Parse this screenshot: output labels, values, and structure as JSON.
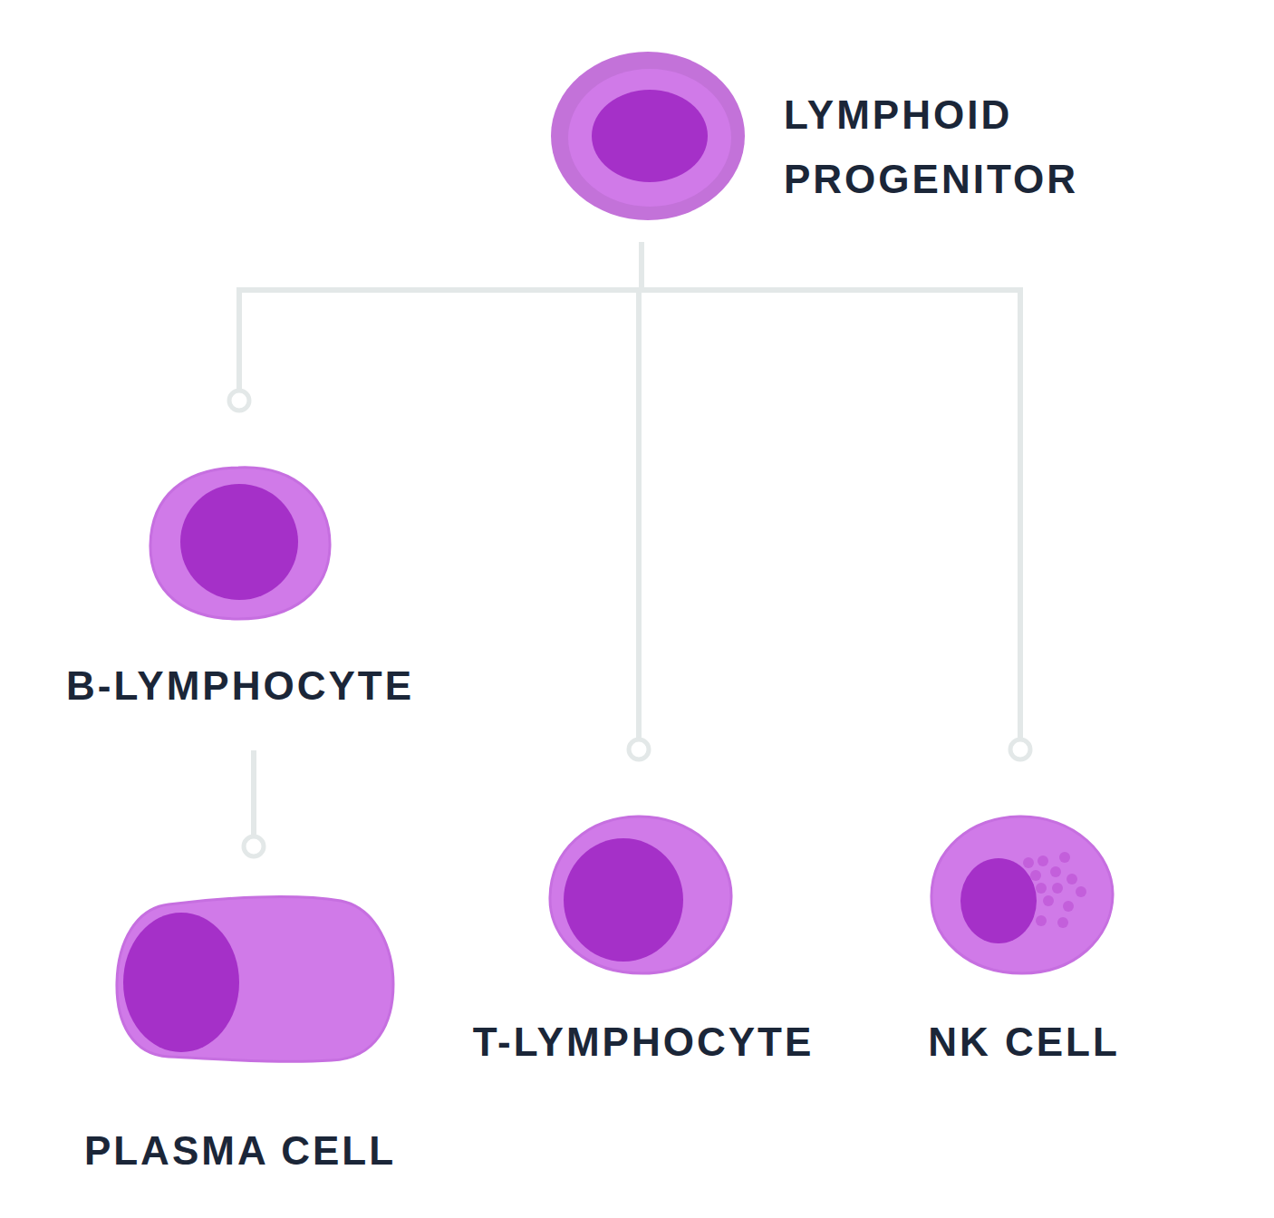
{
  "diagram": {
    "nodes": [
      {
        "text": [
          "LYMPHOID PROGENITOR"
        ]
      },
      {
        "text": [
          "B-LYMPHOCYTE"
        ]
      },
      {
        "text": [
          "PLASMA CELL"
        ]
      },
      {
        "text": [
          "T-LYMPHOCYTE"
        ]
      },
      {
        "text": [
          "NK CELL"
        ]
      }
    ],
    "edges": [
      {
        "from": 0,
        "to": 1,
        "arrow": "none"
      },
      {
        "from": 0,
        "to": 3,
        "arrow": "none"
      },
      {
        "from": 0,
        "to": 4,
        "arrow": "none"
      },
      {
        "from": 1,
        "to": 2,
        "arrow": "none"
      }
    ]
  }
}
